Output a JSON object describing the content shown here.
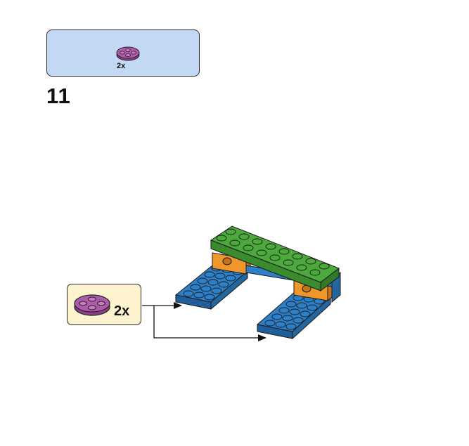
{
  "parts_list": {
    "items": [
      {
        "icon": "round-plate-2x2-magenta-icon",
        "quantity": "2x"
      }
    ]
  },
  "step": {
    "number": "11"
  },
  "callout": {
    "icon": "round-plate-2x2-magenta-icon",
    "quantity": "2x"
  },
  "colors": {
    "parts_box_bg": "#c3d8f3",
    "callout_bg": "#fdf4cf",
    "plate_magenta": "#b05aab",
    "brick_green": "#4caa3c",
    "brick_blue": "#2d7fc8",
    "brick_orange": "#f0962a"
  }
}
